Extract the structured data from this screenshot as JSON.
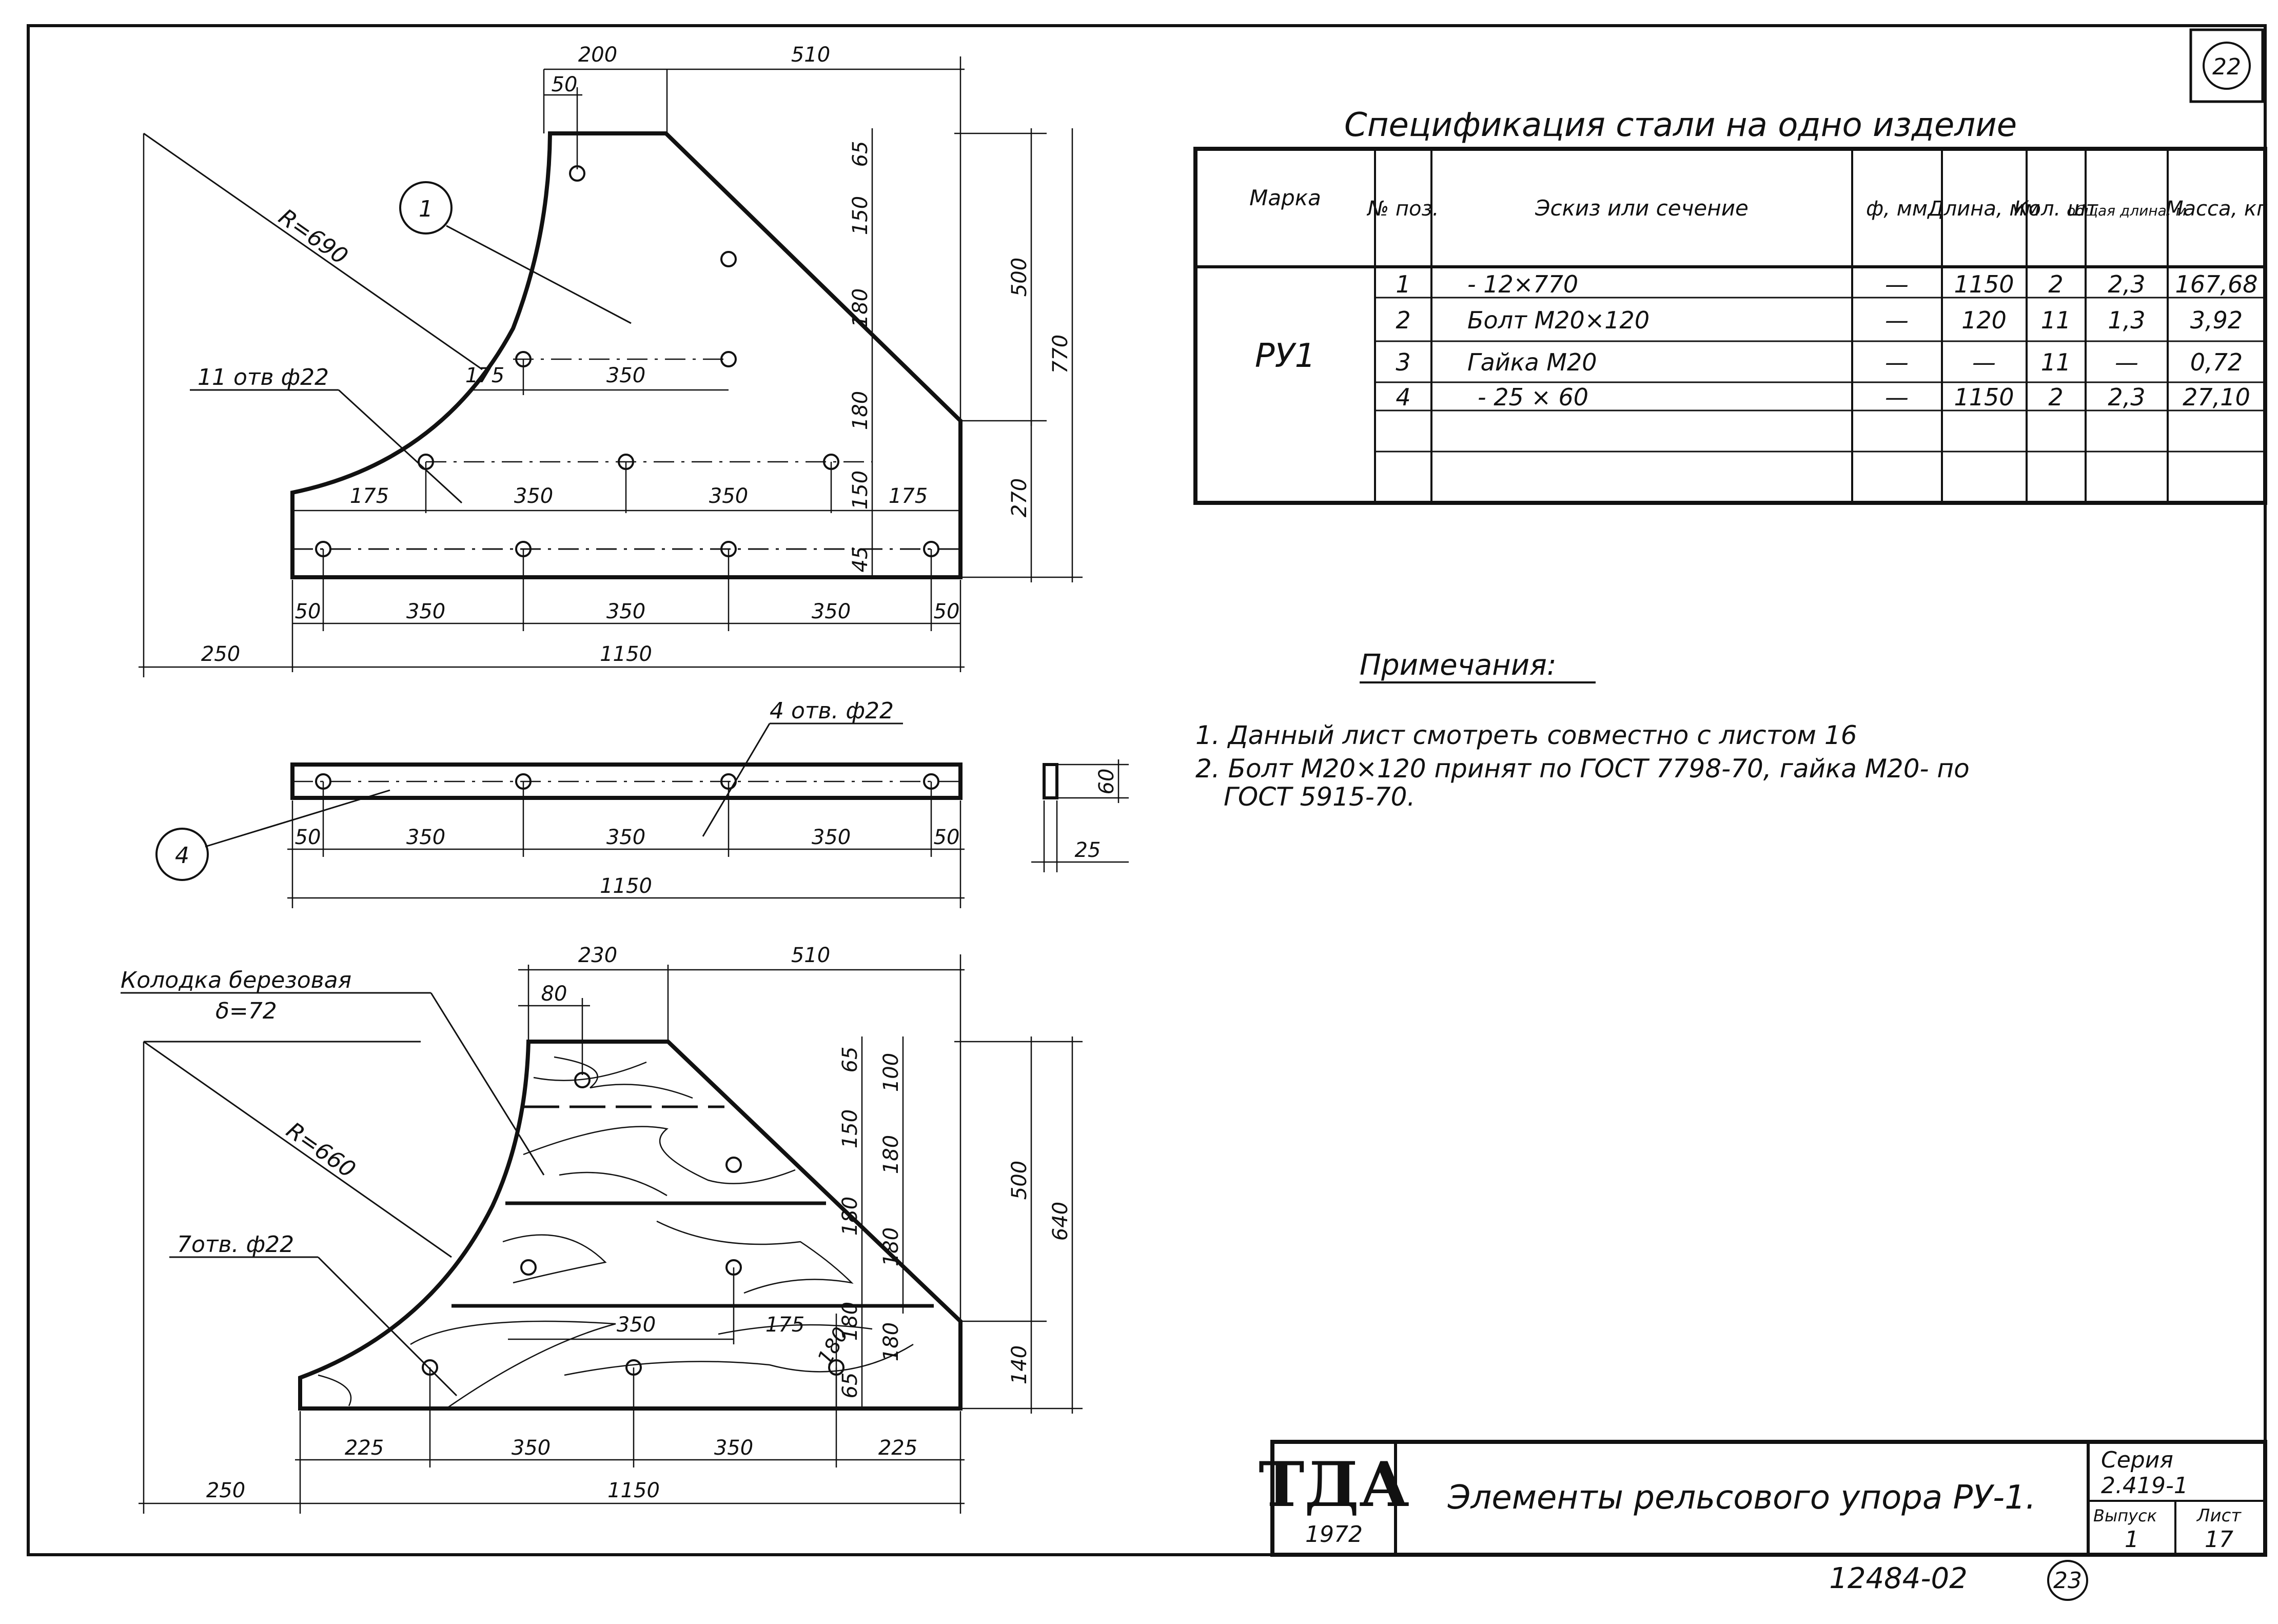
{
  "sheet_number_top": "22",
  "sheet_number_bottom": "23",
  "archive_number": "12484-02",
  "spec": {
    "title": "Спецификация стали на одно изделие",
    "headers": {
      "mark": "Марка",
      "pos": "№ поз.",
      "sketch": "Эскиз или сечение",
      "dia": "ф, мм",
      "length": "Длина, мм",
      "qty": "Кол. шт",
      "total": "общая длина, м",
      "mass": "Масса, кг"
    },
    "mark_value": "РУ1",
    "rows": [
      {
        "pos": "1",
        "sketch": "- 12×770",
        "dia": "—",
        "length": "1150",
        "qty": "2",
        "total": "2,3",
        "mass": "167,68"
      },
      {
        "pos": "2",
        "sketch": "Болт М20×120",
        "dia": "—",
        "length": "120",
        "qty": "11",
        "total": "1,3",
        "mass": "3,92"
      },
      {
        "pos": "3",
        "sketch": "Гайка М20",
        "dia": "—",
        "length": "—",
        "qty": "11",
        "total": "—",
        "mass": "0,72"
      },
      {
        "pos": "4",
        "sketch": "- 25 × 60",
        "dia": "—",
        "length": "1150",
        "qty": "2",
        "total": "2,3",
        "mass": "27,10"
      },
      {
        "pos": "",
        "sketch": "",
        "dia": "",
        "length": "",
        "qty": "",
        "total": "",
        "mass": ""
      }
    ]
  },
  "notes": {
    "heading": "Примечания:",
    "line1": "1. Данный лист смотреть совместно с листом 16",
    "line2": "2. Болт М20×120 принят по ГОСТ 7798-70, гайка М20- по",
    "line3": "ГОСТ 5915-70."
  },
  "title_block": {
    "logo": "ТДА",
    "year": "1972",
    "title": "Элементы рельсового упора РУ-1.",
    "series_label": "Серия",
    "series_value": "2.419-1",
    "issue_label": "Выпуск",
    "issue_value": "1",
    "sheet_label": "Лист",
    "sheet_value": "17"
  },
  "view1": {
    "balloon": "1",
    "radius": "R=690",
    "holes": "11 отв ф22",
    "dims": {
      "top_200": "200",
      "top_510": "510",
      "top_50": "50",
      "v65": "65",
      "v150": "150",
      "v180a": "180",
      "v180b": "180",
      "v150b": "150",
      "v45": "45",
      "r500": "500",
      "r770": "770",
      "r270": "270",
      "m175": "175",
      "m350": "350",
      "b175": "175",
      "b350a": "350",
      "b350b": "350",
      "b175r": "175",
      "bot50a": "50",
      "bot350a": "350",
      "bot350b": "350",
      "bot350c": "350",
      "bot50b": "50",
      "left250": "250",
      "total1150": "1150"
    }
  },
  "view2": {
    "balloon": "4",
    "holes": "4 отв. ф22",
    "dims": {
      "d50a": "50",
      "d350a": "350",
      "d350b": "350",
      "d350c": "350",
      "d50b": "50",
      "total1150": "1150",
      "h60": "60",
      "w25": "25"
    }
  },
  "view3": {
    "label1": "Колодка березовая",
    "label2": "δ=72",
    "radius": "R=660",
    "holes": "7отв. ф22",
    "dims": {
      "top_230": "230",
      "top_510": "510",
      "top_80": "80",
      "v65": "65",
      "v100": "100",
      "v150": "150",
      "v180a": "180",
      "v180b": "180",
      "v180c": "180",
      "v180d": "180",
      "v180e": "180",
      "v65b": "65",
      "v180f": "180",
      "r500": "500",
      "r640": "640",
      "r140": "140",
      "m350": "350",
      "m175": "175",
      "bot225a": "225",
      "bot350a": "350",
      "bot350b": "350",
      "bot225b": "225",
      "left250": "250",
      "total1150": "1150"
    }
  }
}
